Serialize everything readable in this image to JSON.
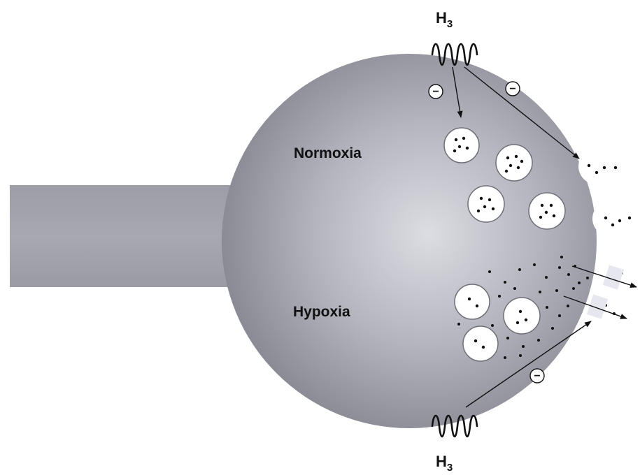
{
  "diagram": {
    "labels": {
      "normoxia": "Normoxia",
      "hypoxia": "Hypoxia"
    },
    "receptor_top": {
      "letter": "H",
      "subscript": "3"
    },
    "receptor_bottom": {
      "letter": "H",
      "subscript": "3"
    },
    "inhibition_sign": "−",
    "colors": {
      "terminal_light": "#dcdde3",
      "terminal_dark": "#8a8b95",
      "vesicle_fill": "#ffffff",
      "transmitter_dot": "#111111",
      "transporter": "#e6e7ef"
    },
    "icons": {
      "receptor": "receptor-coil-icon",
      "inhibition": "minus-circle-icon"
    }
  }
}
